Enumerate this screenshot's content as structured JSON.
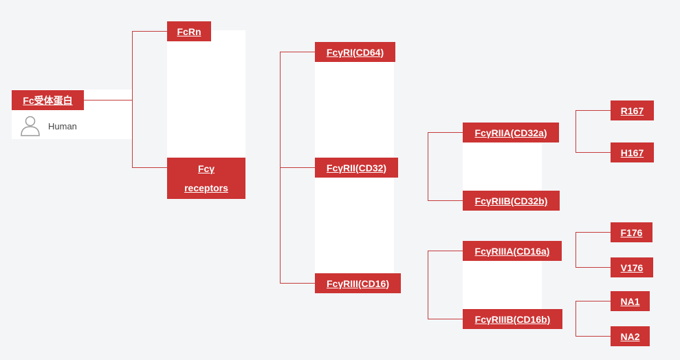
{
  "root": {
    "label": "Fc受体蛋白",
    "species": "Human",
    "species_icon": "person-outline-icon"
  },
  "level1": {
    "fcrn": "FcRn",
    "fcgamma_line1": "Fcγ",
    "fcgamma_line2": "receptors"
  },
  "level2": {
    "fcgri": "FcγRI(CD64)",
    "fcgrii": "FcγRII(CD32)",
    "fcgriii": "FcγRIII(CD16)"
  },
  "level3": {
    "fcgriia": "FcγRIIA(CD32a)",
    "fcgriib": "FcγRIIB(CD32b)",
    "fcgriiia": "FcγRIIIA(CD16a)",
    "fcgriiib": "FcγRIIIB(CD16b)"
  },
  "level4": {
    "r167": "R167",
    "h167": "H167",
    "f176": "F176",
    "v176": "V176",
    "na1": "NA1",
    "na2": "NA2"
  },
  "colors": {
    "node_fill": "#cc3333",
    "connector": "#c43c3c",
    "background": "#f4f5f7",
    "panel": "#ffffff"
  }
}
